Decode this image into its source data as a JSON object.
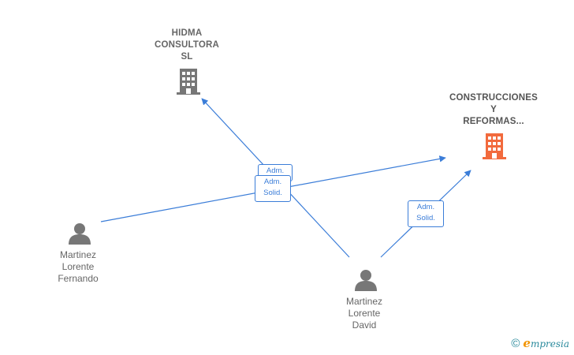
{
  "nodes": {
    "hidma": {
      "label_lines": [
        "HIDMA",
        "CONSULTORA",
        "SL"
      ],
      "type": "company",
      "color": "#777777"
    },
    "construcciones": {
      "label_lines": [
        "CONSTRUCCIONES",
        "Y",
        "REFORMAS..."
      ],
      "type": "company",
      "color": "#f26a3d"
    },
    "fernando": {
      "label_lines": [
        "Martinez",
        "Lorente",
        "Fernando"
      ],
      "type": "person",
      "color": "#777777"
    },
    "david": {
      "label_lines": [
        "Martinez",
        "Lorente",
        "David"
      ],
      "type": "person",
      "color": "#777777"
    }
  },
  "edges": [
    {
      "from": "david",
      "to": "hidma",
      "role_lines": [
        "Adm."
      ]
    },
    {
      "from": "fernando",
      "to": "construcciones",
      "role_lines": [
        "Adm.",
        "Solid."
      ]
    },
    {
      "from": "david",
      "to": "construcciones",
      "role_lines": [
        "Adm.",
        "Solid."
      ]
    }
  ],
  "colors": {
    "edge": "#3b7dd8",
    "text": "#666666"
  },
  "footer": {
    "copyright_symbol": "©",
    "brand_initial": "e",
    "brand_rest": "mpresia"
  }
}
